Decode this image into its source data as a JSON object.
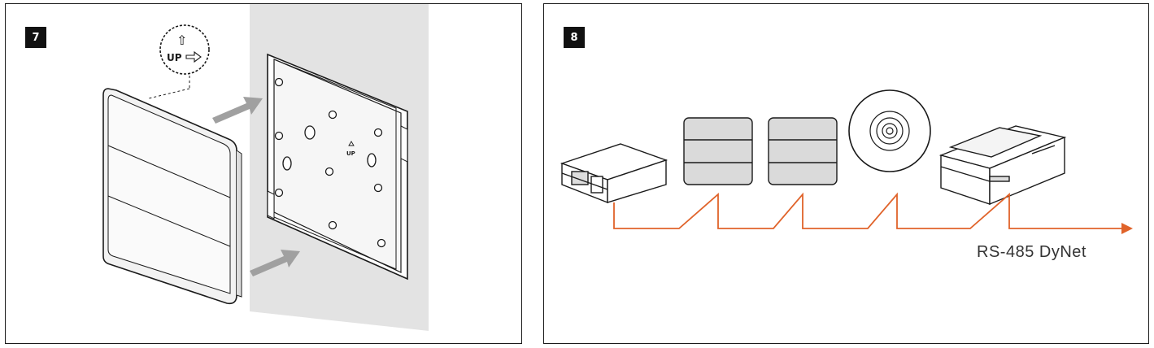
{
  "steps": [
    {
      "number": "7",
      "orientation_mark": {
        "arrow": "⇧",
        "text": "UP"
      },
      "plate_mark": "UP"
    },
    {
      "number": "8",
      "bus_label": "RS-485 DyNet"
    }
  ],
  "colors": {
    "outline": "#1a1a1a",
    "wall": "#e3e3e3",
    "plate": "#f2f2f2",
    "arrow": "#a0a0a0",
    "bus_line": "#e0632a",
    "panel_face": "#dadada"
  },
  "icons": [
    "up-arrow-icon",
    "right-arrow-icon",
    "push-arrow-icon",
    "screw-hole-icon",
    "bus-arrow-icon"
  ]
}
